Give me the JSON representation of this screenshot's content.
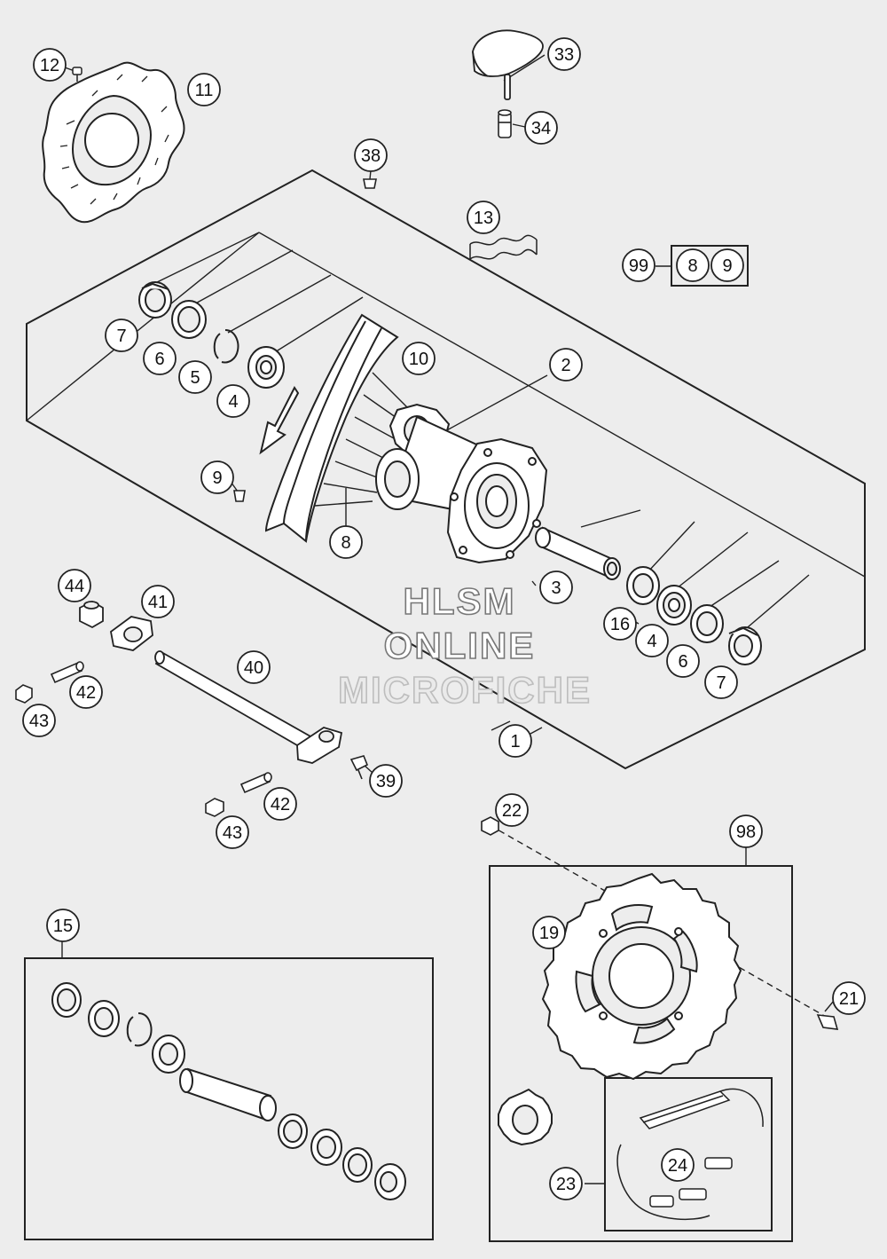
{
  "watermark": {
    "line1": "HLSM",
    "line2": "ONLINE",
    "line3": "MICROFICHE"
  },
  "kit_group": {
    "label": "99",
    "items": [
      "8",
      "9"
    ]
  },
  "callouts": [
    {
      "id": "c12",
      "label": "12"
    },
    {
      "id": "c11",
      "label": "11"
    },
    {
      "id": "c33",
      "label": "33"
    },
    {
      "id": "c34",
      "label": "34"
    },
    {
      "id": "c38",
      "label": "38"
    },
    {
      "id": "c13",
      "label": "13"
    },
    {
      "id": "c7a",
      "label": "7"
    },
    {
      "id": "c6a",
      "label": "6"
    },
    {
      "id": "c5",
      "label": "5"
    },
    {
      "id": "c4a",
      "label": "4"
    },
    {
      "id": "c10",
      "label": "10"
    },
    {
      "id": "c2",
      "label": "2"
    },
    {
      "id": "c9",
      "label": "9"
    },
    {
      "id": "c8",
      "label": "8"
    },
    {
      "id": "c3",
      "label": "3"
    },
    {
      "id": "c16",
      "label": "16"
    },
    {
      "id": "c4b",
      "label": "4"
    },
    {
      "id": "c6b",
      "label": "6"
    },
    {
      "id": "c7b",
      "label": "7"
    },
    {
      "id": "c1",
      "label": "1"
    },
    {
      "id": "c44",
      "label": "44"
    },
    {
      "id": "c41",
      "label": "41"
    },
    {
      "id": "c40",
      "label": "40"
    },
    {
      "id": "c42a",
      "label": "42"
    },
    {
      "id": "c43a",
      "label": "43"
    },
    {
      "id": "c39",
      "label": "39"
    },
    {
      "id": "c42b",
      "label": "42"
    },
    {
      "id": "c43b",
      "label": "43"
    },
    {
      "id": "c22",
      "label": "22"
    },
    {
      "id": "c98",
      "label": "98"
    },
    {
      "id": "c15",
      "label": "15"
    },
    {
      "id": "c19",
      "label": "19"
    },
    {
      "id": "c21",
      "label": "21"
    },
    {
      "id": "c24",
      "label": "24"
    },
    {
      "id": "c23",
      "label": "23"
    }
  ]
}
